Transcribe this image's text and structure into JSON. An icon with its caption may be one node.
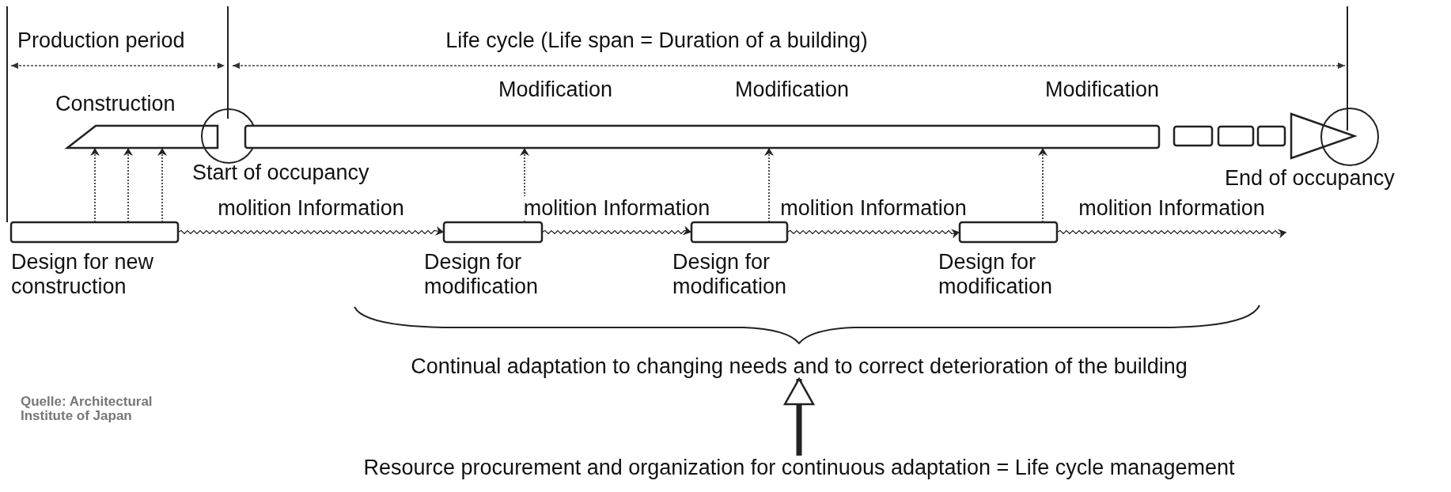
{
  "diagram": {
    "nodes": [
      {
        "text": [
          "Construction"
        ]
      },
      {
        "text": [],
        "shape": "circle",
        "beside": [
          "Start of occupancy"
        ]
      },
      {
        "text": [],
        "shape": "bar"
      },
      {
        "text": [],
        "shape": "box"
      },
      {
        "text": [],
        "shape": "box"
      },
      {
        "text": [],
        "shape": "box"
      },
      {
        "text": [],
        "shape": "triangle"
      },
      {
        "text": [],
        "shape": "circle",
        "beside": [
          "End of occupancy"
        ]
      },
      {
        "text": [
          "Design for new construction"
        ]
      },
      {
        "text": [
          "Design for modification"
        ]
      },
      {
        "text": [
          "Design for modification"
        ]
      },
      {
        "text": [
          "Design for modification"
        ]
      },
      {
        "text": [
          "Continual adaptation to changing needs and to correct deterioration of the building"
        ]
      },
      {
        "text": [
          "Resource procurement and organization for continuous adaptation = Life cycle management"
        ]
      }
    ],
    "edges": [
      {
        "from": 8,
        "to": 0,
        "arrow": "to",
        "style": "dashed"
      },
      {
        "from": 8,
        "to": 0,
        "arrow": "to",
        "style": "dashed"
      },
      {
        "from": 8,
        "to": 0,
        "arrow": "to",
        "style": "dashed"
      },
      {
        "from": 9,
        "to": 2,
        "arrow": "to",
        "style": "dashed"
      },
      {
        "from": 10,
        "to": 2,
        "arrow": "to",
        "style": "dashed"
      },
      {
        "from": 11,
        "to": 2,
        "arrow": "to",
        "style": "dashed"
      },
      {
        "from": 8,
        "to": 9,
        "arrow": "to",
        "label": "molition Information"
      },
      {
        "from": 9,
        "to": 10,
        "arrow": "to",
        "label": "molition Information"
      },
      {
        "from": 10,
        "to": 11,
        "arrow": "to",
        "label": "molition Information"
      },
      {
        "from": 11,
        "to": null,
        "arrow": "to",
        "label": "molition Information"
      },
      {
        "from": 13,
        "to": 12,
        "arrow": "to",
        "style": "thick"
      }
    ],
    "labels": [
      "Production period",
      "Life cycle (Life span = Duration of a building)",
      "Modification",
      "Modification",
      "Modification",
      "Quelle: Architectural Institute of Japan"
    ]
  }
}
